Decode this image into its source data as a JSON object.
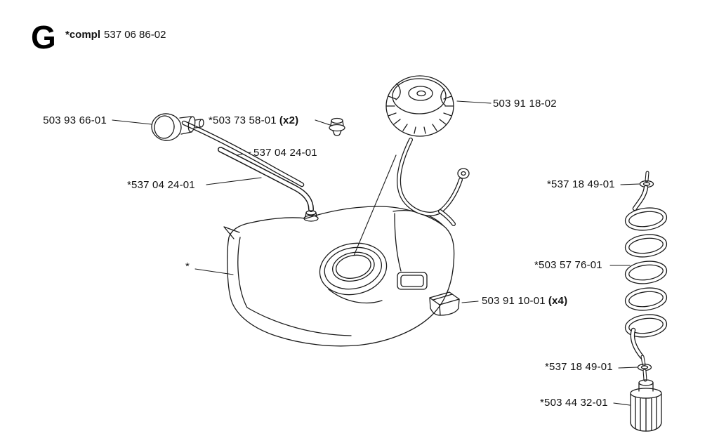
{
  "header": {
    "section_letter": "G",
    "assembly_prefix": "*compl",
    "assembly_number": "537 06 86-02"
  },
  "colors": {
    "ink": "#1a1a1a",
    "background": "#ffffff"
  },
  "diagram": {
    "labels": [
      {
        "part": "503 93 66-01",
        "qty": ""
      },
      {
        "part": "*503 73 58-01",
        "qty": "(x2)"
      },
      {
        "part": "537 04 24-01",
        "qty": ""
      },
      {
        "part": "*537 04 24-01",
        "qty": ""
      },
      {
        "part": "503 91 18-02",
        "qty": ""
      },
      {
        "part": "*537 18 49-01",
        "qty": ""
      },
      {
        "part": "*503 57 76-01",
        "qty": ""
      },
      {
        "part": "503 91 10-01",
        "qty": "(x4)"
      },
      {
        "part": "*537 18 49-01",
        "qty": ""
      },
      {
        "part": "*503 44 32-01",
        "qty": ""
      },
      {
        "part": "*",
        "qty": ""
      }
    ]
  }
}
